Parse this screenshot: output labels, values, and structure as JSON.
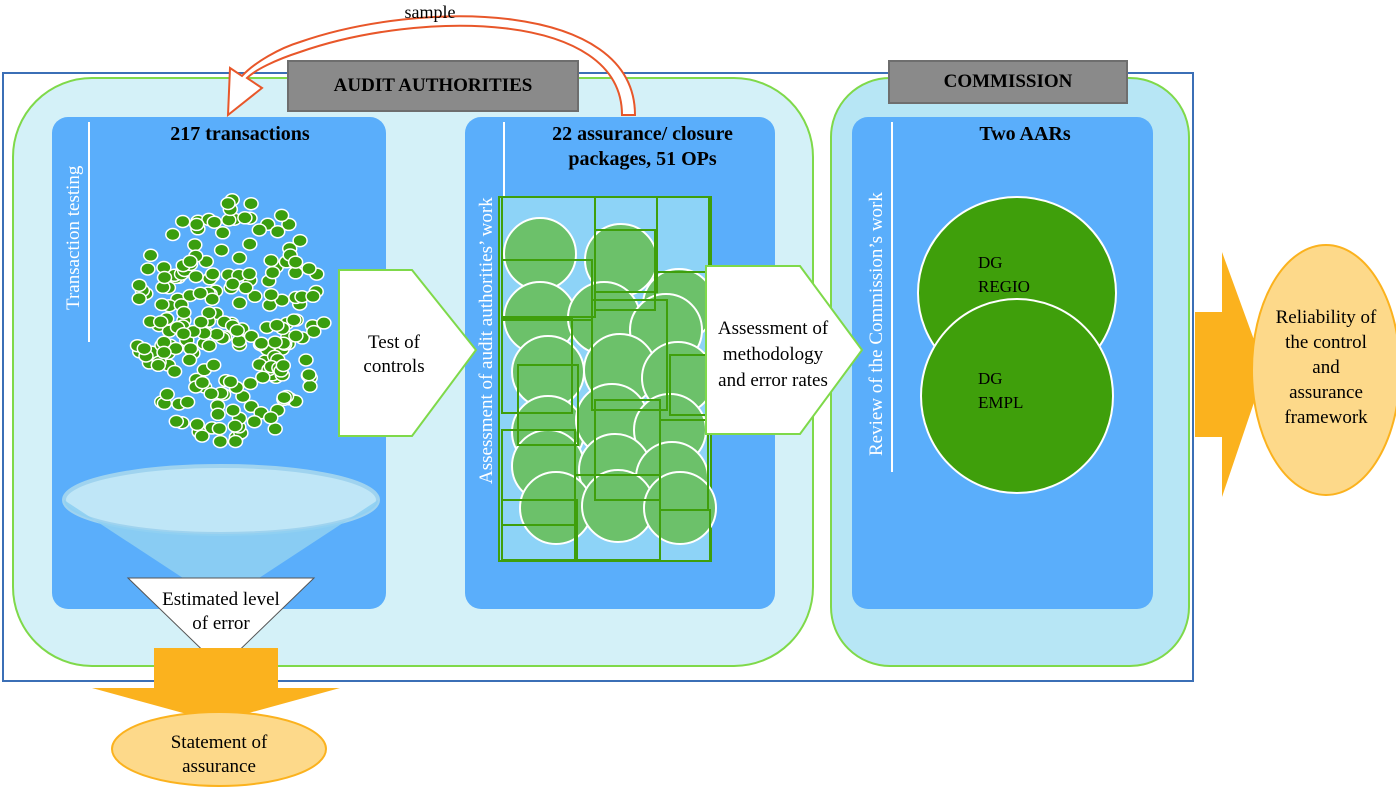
{
  "arrow_top": {
    "label": "sample"
  },
  "audit_authorities": {
    "banner": "AUDIT AUTHORITIES",
    "transaction_testing": {
      "side_label": "Transaction testing",
      "title": "217 transactions",
      "funnel_label_1": "Estimated level",
      "funnel_label_2": "of error"
    },
    "test_of_controls": {
      "line1": "Test of",
      "line2": "controls"
    },
    "assessment": {
      "side_label": "Assessment of audit authorities’ work",
      "title_line1": "22 assurance/ closure",
      "title_line2": "packages, 51 OPs"
    },
    "assessment_arrow": {
      "line1": "Assessment of",
      "line2": "methodology",
      "line3": "and error rates"
    }
  },
  "commission": {
    "banner": "COMMISSION",
    "side_label": "Review of the Commission’s work",
    "title": "Two AARs",
    "circle_top": {
      "line1": "DG",
      "line2": "REGIO"
    },
    "circle_bottom": {
      "line1": "DG",
      "line2": "EMPL"
    }
  },
  "outputs": {
    "statement": {
      "line1": "Statement of",
      "line2": "assurance"
    },
    "reliability": {
      "line1": "Reliability of",
      "line2": "the control",
      "line3": "and",
      "line4": "assurance",
      "line5": "framework"
    }
  },
  "colors": {
    "frame": "#3b6fb6",
    "group_fill": "#d4f1f8",
    "group_border": "#7fd94a",
    "panel": "#5aaefb",
    "banner": "#8a8a8a",
    "dot": "#3a9e0e",
    "circle_light": "#6cc16a",
    "circle_dark": "#3f9f0b",
    "output_fill": "#fdd98a",
    "output_arrow": "#fbb21e",
    "sample_arrow": "#e8572a"
  }
}
